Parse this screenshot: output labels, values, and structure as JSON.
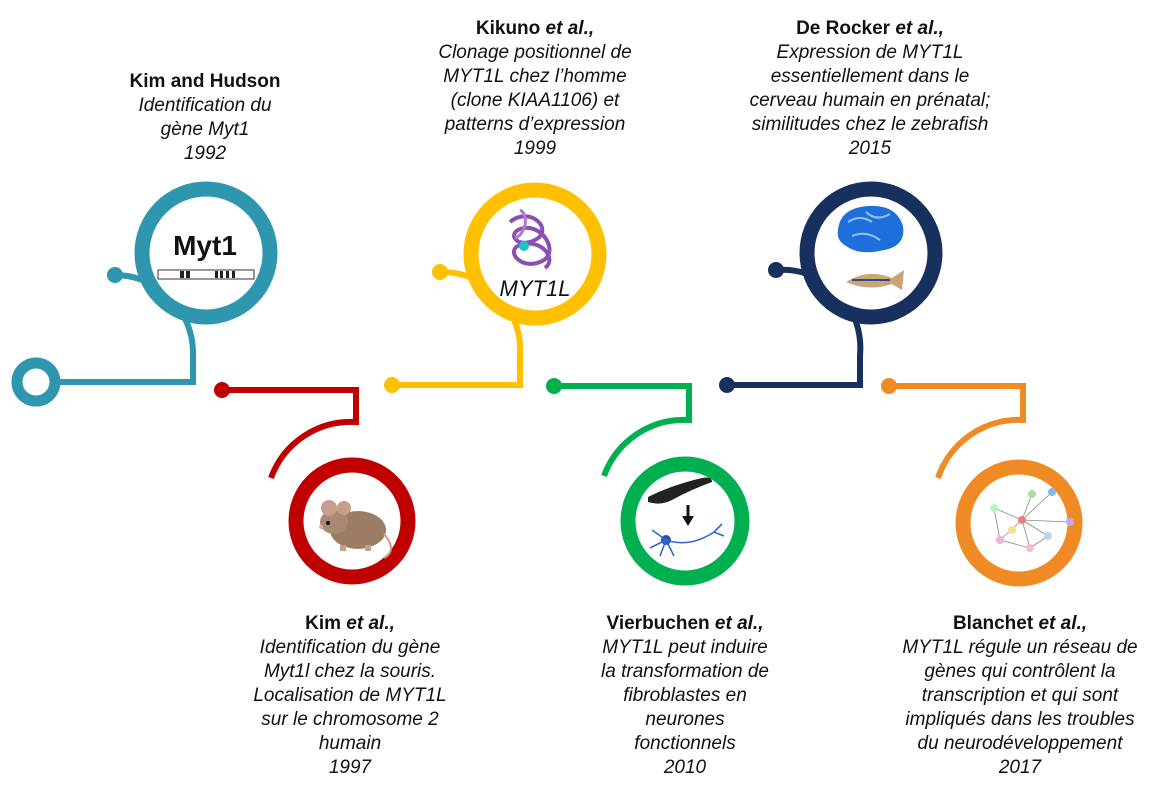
{
  "colors": {
    "kim_hudson": "#2e96ae",
    "kim": "#c00000",
    "kikuno": "#ffc000",
    "vierbuchen": "#00b050",
    "de_rocker": "#17305e",
    "blanchet": "#f08a24"
  },
  "events": [
    {
      "id": "kim-hudson",
      "author_plain": "Kim and Hudson",
      "author_italic": "",
      "desc_lines": [
        "Identification du",
        "gène Myt1"
      ],
      "year": "1992",
      "icon": "myt1-gene-icon",
      "icon_text": "Myt1"
    },
    {
      "id": "kim",
      "author_plain": "Kim ",
      "author_italic": "et al.,",
      "desc_lines": [
        "Identification du gène",
        "Myt1l chez la souris.",
        "Localisation de MYT1L",
        "sur le chromosome 2",
        "humain"
      ],
      "year": "1997",
      "icon": "mouse-icon"
    },
    {
      "id": "kikuno",
      "author_plain": "Kikuno ",
      "author_italic": "et al.,",
      "desc_lines": [
        "Clonage positionnel de",
        "MYT1L chez l’homme",
        "(clone KIAA1106) et",
        "patterns d’expression"
      ],
      "year": "1999",
      "icon": "protein-structure-icon",
      "icon_text": "MYT1L"
    },
    {
      "id": "vierbuchen",
      "author_plain": "Vierbuchen ",
      "author_italic": "et al.,",
      "desc_lines": [
        "MYT1L peut induire",
        "la transformation de",
        "fibroblastes en",
        "neurones",
        "fonctionnels"
      ],
      "year": "2010",
      "icon": "fibroblast-to-neuron-icon"
    },
    {
      "id": "de-rocker",
      "author_plain": "De Rocker ",
      "author_italic": "et al.,",
      "desc_lines": [
        "Expression de MYT1L",
        "essentiellement dans le",
        "cerveau humain en prénatal;",
        "similitudes chez le zebrafish"
      ],
      "year": "2015",
      "icon": "brain-zebrafish-icon"
    },
    {
      "id": "blanchet",
      "author_plain": "Blanchet ",
      "author_italic": "et al.,",
      "desc_lines": [
        "MYT1L régule un réseau de",
        "gènes qui contrôlent la",
        "transcription et qui sont",
        "impliqués dans les troubles",
        "du neurodéveloppement"
      ],
      "year": "2017",
      "icon": "gene-network-icon"
    }
  ]
}
